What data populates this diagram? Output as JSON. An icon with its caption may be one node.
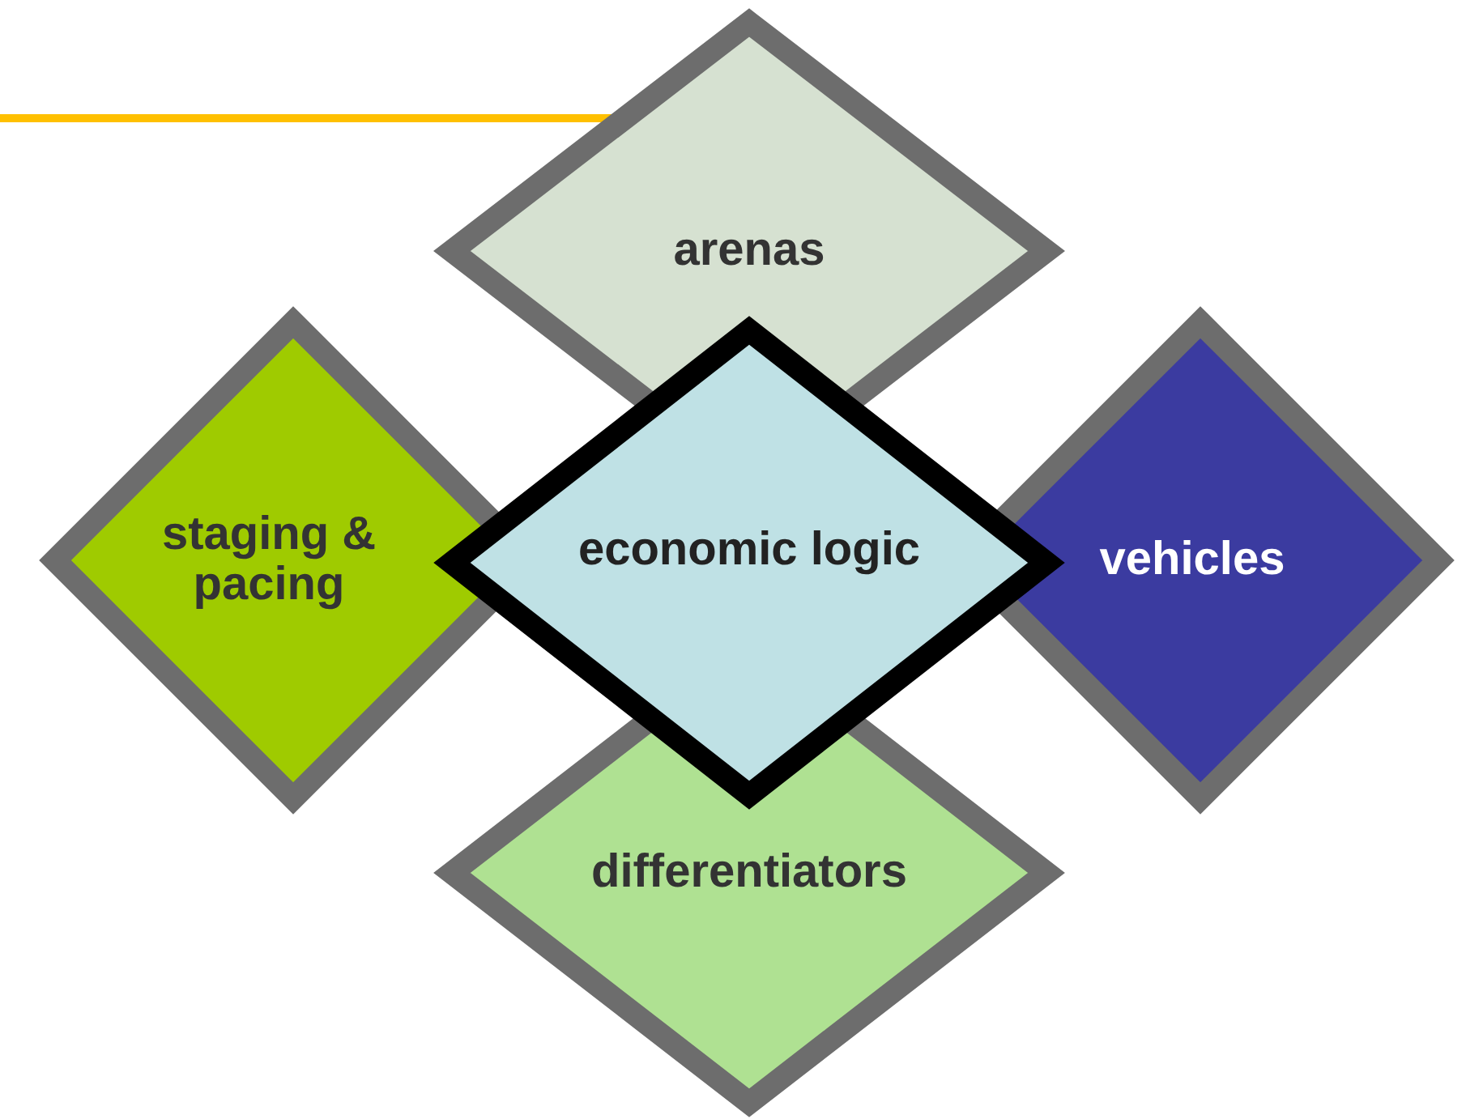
{
  "diagram": {
    "nodes": [
      {
        "text": [
          "arenas"
        ]
      },
      {
        "text": [
          "staging & pacing"
        ]
      },
      {
        "text": [
          "economic logic"
        ]
      },
      {
        "text": [
          "vehicles"
        ]
      },
      {
        "text": [
          "differentiators"
        ]
      }
    ]
  }
}
